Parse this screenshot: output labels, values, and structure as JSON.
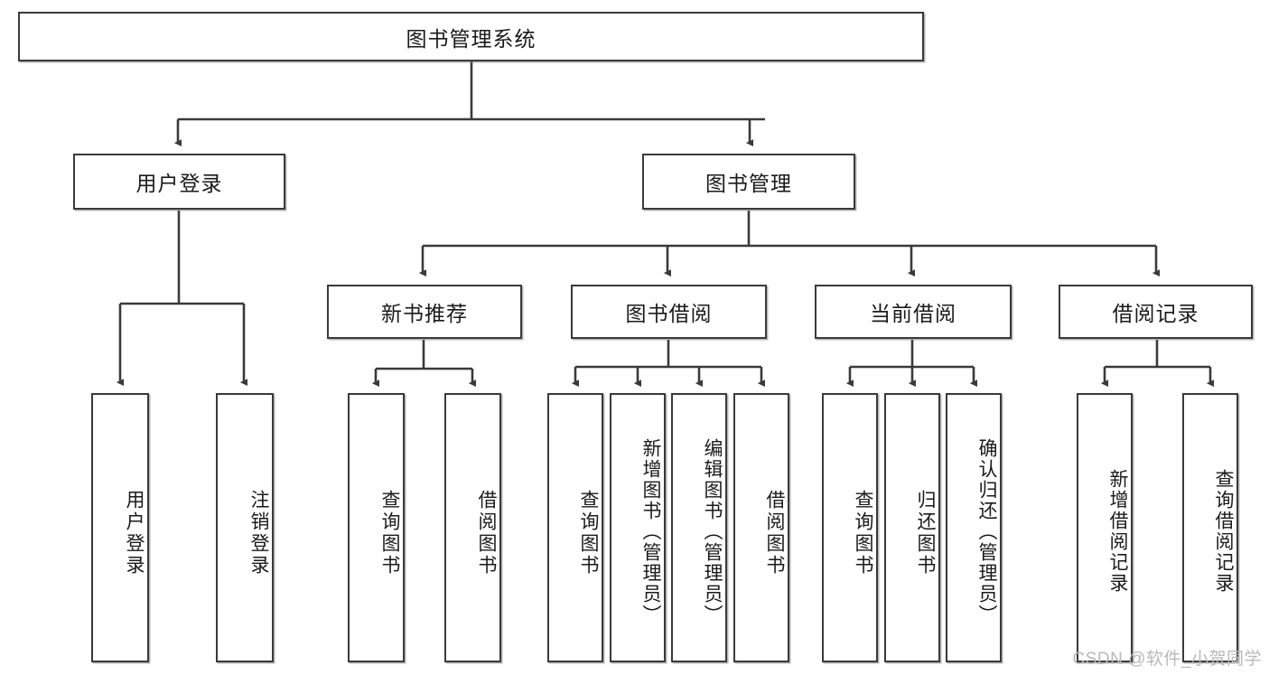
{
  "diagram": {
    "title": "图书管理系统",
    "type": "hierarchy-tree",
    "watermark": "CSDN @软件_小贺同学",
    "colors": {
      "node_border": "#3a3a3a",
      "node_fill": "#ffffff",
      "edge": "#3a3a3a",
      "text": "#1a1a1a",
      "watermark": "#b9b9b9"
    },
    "levels": {
      "root": {
        "label": "图书管理系统"
      },
      "level2": [
        {
          "label": "用户登录"
        },
        {
          "label": "图书管理"
        }
      ],
      "level3": [
        {
          "label": "新书推荐"
        },
        {
          "label": "图书借阅"
        },
        {
          "label": "当前借阅"
        },
        {
          "label": "借阅记录"
        }
      ],
      "leaves": {
        "user_login": [
          {
            "label": "用户登录"
          },
          {
            "label": "注销登录"
          }
        ],
        "new_book_recommend": [
          {
            "label": "查询图书"
          },
          {
            "label": "借阅图书"
          }
        ],
        "book_borrow": [
          {
            "label": "查询图书"
          },
          {
            "label": "新增图书（管理员）"
          },
          {
            "label": "编辑图书（管理员）"
          },
          {
            "label": "借阅图书"
          }
        ],
        "current_borrow": [
          {
            "label": "查询图书"
          },
          {
            "label": "归还图书"
          },
          {
            "label": "确认归还（管理员）"
          }
        ],
        "borrow_record": [
          {
            "label": "新增借阅记录"
          },
          {
            "label": "查询借阅记录"
          }
        ]
      }
    }
  }
}
